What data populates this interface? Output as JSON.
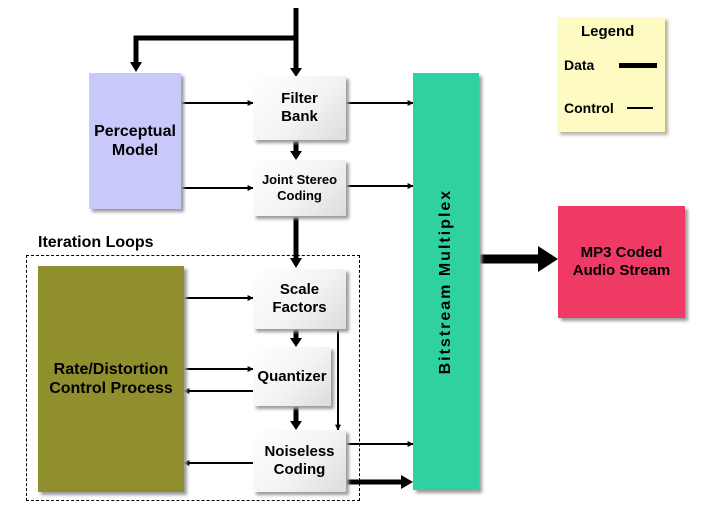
{
  "legend": {
    "title": "Legend",
    "data_label": "Data",
    "control_label": "Control"
  },
  "blocks": {
    "perceptual_model": "Perceptual\nModel",
    "filter_bank": "Filter\nBank",
    "joint_stereo": "Joint Stereo\nCoding",
    "scale_factors": "Scale\nFactors",
    "quantizer": "Quantizer",
    "noiseless_coding": "Noiseless\nCoding",
    "rate_distortion": "Rate/Distortion\nControl Process",
    "bitstream_multiplex": "Bitstream Multiplex",
    "mp3_output": "MP3 Coded\nAudio Stream"
  },
  "iteration_loops_label": "Iteration Loops",
  "colors": {
    "perceptual_model": "#c9c8fb",
    "rate_distortion": "#8f8f2d",
    "bitstream_multiplex": "#2fd1a0",
    "mp3_output": "#ee3a64",
    "legend_bg": "#fdfbc2",
    "process_block": "#f3f3f3"
  }
}
